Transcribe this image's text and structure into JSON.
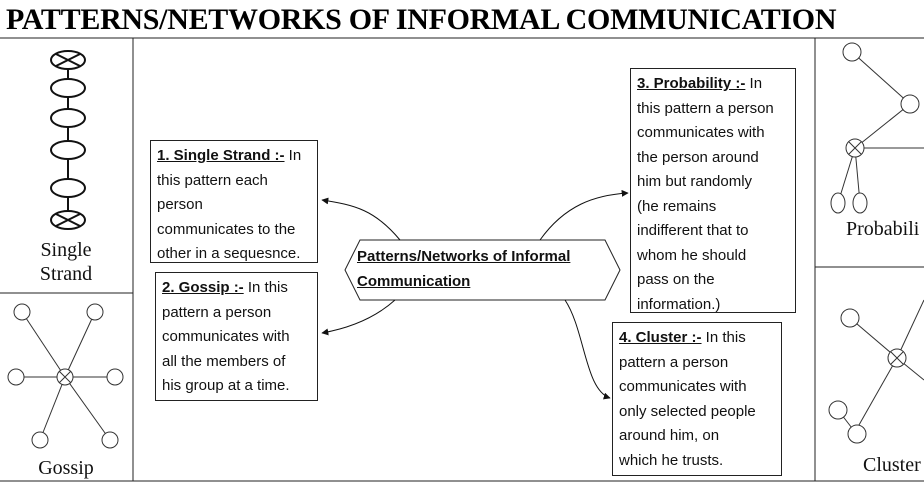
{
  "title": "PATTERNS/NETWORKS OF INFORMAL COMMUNICATION",
  "center": {
    "line1": "Patterns/Networks of Informal",
    "line2": "Communication"
  },
  "boxes": {
    "single_strand": {
      "heading": "1. Single Strand :-",
      "lines": [
        "this pattern each",
        "person",
        "communicates to the",
        "other in a sequesnce."
      ],
      "first_line_tail": " In"
    },
    "gossip": {
      "heading": "2. Gossip :-",
      "first_line_tail": "  In this",
      "lines": [
        "pattern a person",
        "communicates with",
        "all the members of",
        "his group at a time."
      ]
    },
    "probability": {
      "heading": "3. Probability :-",
      "first_line_tail": " In",
      "lines": [
        "this pattern a person",
        "communicates with",
        "the person around",
        "him but randomly",
        "(he remains",
        "indifferent that to",
        "whom he should",
        "pass on the",
        "information.)"
      ]
    },
    "cluster": {
      "heading": "4. Cluster :-",
      "first_line_tail": "  In this",
      "lines": [
        "pattern a person",
        "communicates with",
        "only selected people",
        "around him, on",
        "which he trusts."
      ]
    }
  },
  "captions": {
    "single_strand_1": "Single",
    "single_strand_2": "Strand",
    "gossip": "Gossip",
    "probability": "Probabili",
    "cluster": "Cluster"
  }
}
